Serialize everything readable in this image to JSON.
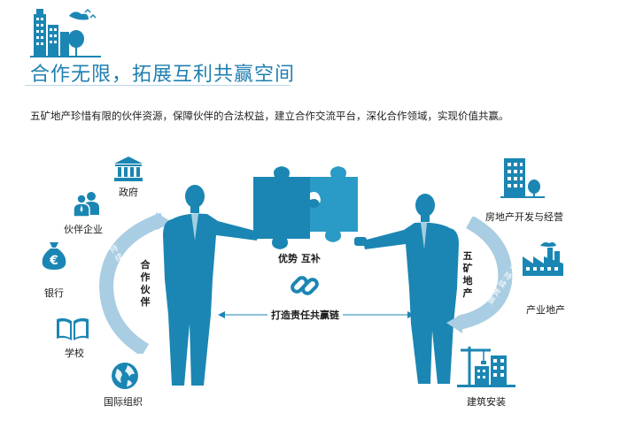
{
  "header": {
    "title": "合作无限，拓展互利共赢空间",
    "intro": "五矿地产珍惜有限的伙伴资源，保障伙伴的合法权益，建立合作交流平台，深化合作领域，实现价值共赢。"
  },
  "left_partners": {
    "government": "政府",
    "partner_companies": "伙伴企业",
    "bank": "银行",
    "school": "学校",
    "international_org": "国际组织",
    "cooperation_partners": "合作伙伴",
    "sustainable_arc": "可持续发展"
  },
  "right_business": {
    "real_estate_dev": "房地产开发与经营",
    "industrial_real_estate": "产业地产",
    "construction": "建筑安装",
    "minmetals_land": "五矿地产",
    "sustainable_arc": "可持续发展"
  },
  "center": {
    "advantage_complement": "优势 互补",
    "responsibility_chain": "打造责任共赢链"
  },
  "colors": {
    "primary": "#1b86b3",
    "light": "#a9cde2",
    "title": "#1f7fb0"
  }
}
